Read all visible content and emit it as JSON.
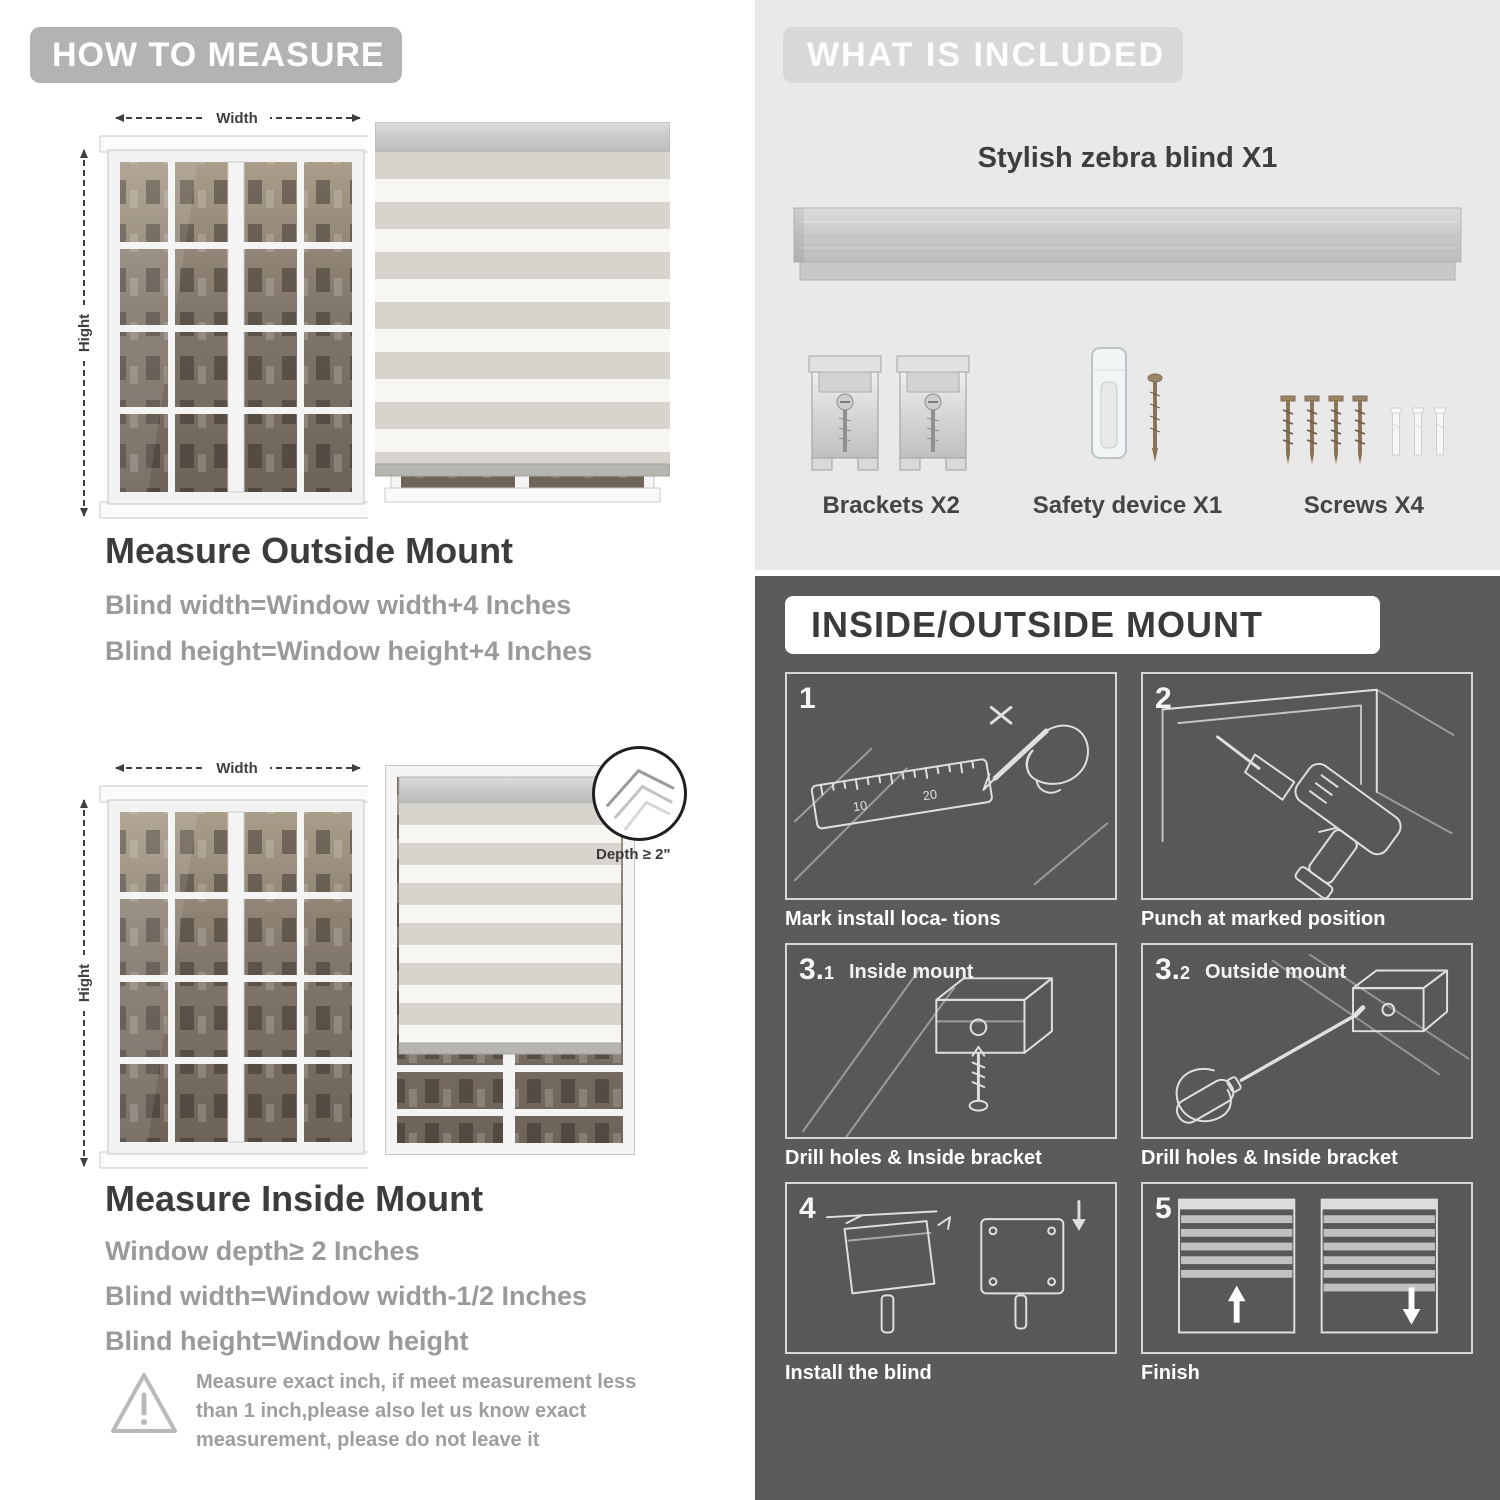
{
  "left": {
    "header": "HOW TO MEASURE",
    "window_labels": {
      "width": "Width",
      "height": "Hight"
    },
    "outside": {
      "title": "Measure Outside Mount",
      "line1": "Blind width=Window width+4 Inches",
      "line2": "Blind height=Window height+4 Inches"
    },
    "inside": {
      "title": "Measure Inside Mount",
      "depth_label": "Depth ≥ 2\"",
      "line1": "Window depth≥ 2 Inches",
      "line2": "Blind width=Window width-1/2 Inches",
      "line3": "Blind height=Window height"
    },
    "warning_text": "Measure exact inch, if meet measurement less than 1 inch,please also let us know exact measurement, please do not leave it"
  },
  "right": {
    "included": {
      "header": "WHAT IS INCLUDED",
      "blind_title": "Stylish zebra blind X1",
      "parts": [
        {
          "label": "Brackets X2"
        },
        {
          "label": "Safety device X1"
        },
        {
          "label": "Screws X4"
        }
      ]
    },
    "mount": {
      "header": "INSIDE/OUTSIDE MOUNT",
      "ruler_marks": [
        "10",
        "20"
      ],
      "steps": [
        {
          "num": "1",
          "caption": "Mark install loca- tions"
        },
        {
          "num": "2",
          "caption": "Punch at  marked position"
        },
        {
          "num": "3.",
          "num_sub": "1",
          "inner_label": "Inside mount",
          "caption": "Drill holes &  Inside bracket"
        },
        {
          "num": "3.",
          "num_sub": "2",
          "inner_label": "Outside mount",
          "caption": "Drill holes &  Inside bracket"
        },
        {
          "num": "4",
          "caption": "Install the blind"
        },
        {
          "num": "5",
          "caption": "Finish"
        }
      ]
    }
  }
}
